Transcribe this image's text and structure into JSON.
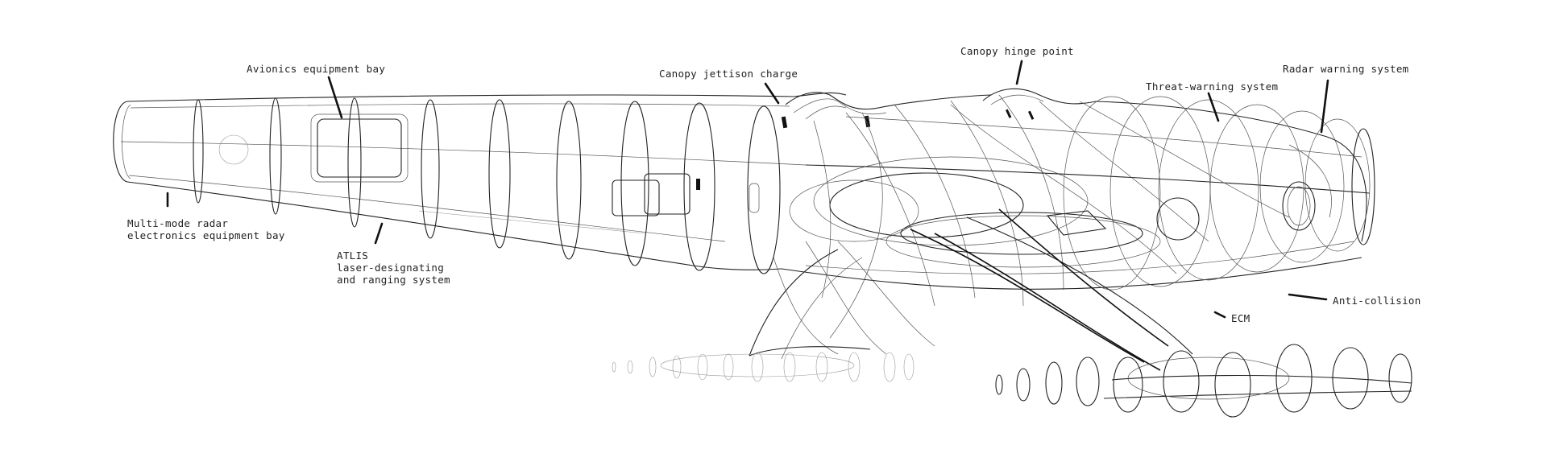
{
  "labels": {
    "avionics": "Avionics equipment bay",
    "canopy_jettison": "Canopy jettison charge",
    "canopy_hinge": "Canopy hinge point",
    "threat_warning": "Threat-warning system",
    "radar_warning": "Radar warning system",
    "radar_bay": [
      "Multi-mode radar",
      "electronics equipment bay"
    ],
    "atlis": [
      "ATLIS",
      "laser-designating",
      "and ranging system"
    ],
    "anti_collision": "Anti-collision",
    "ecm": "ECM"
  }
}
